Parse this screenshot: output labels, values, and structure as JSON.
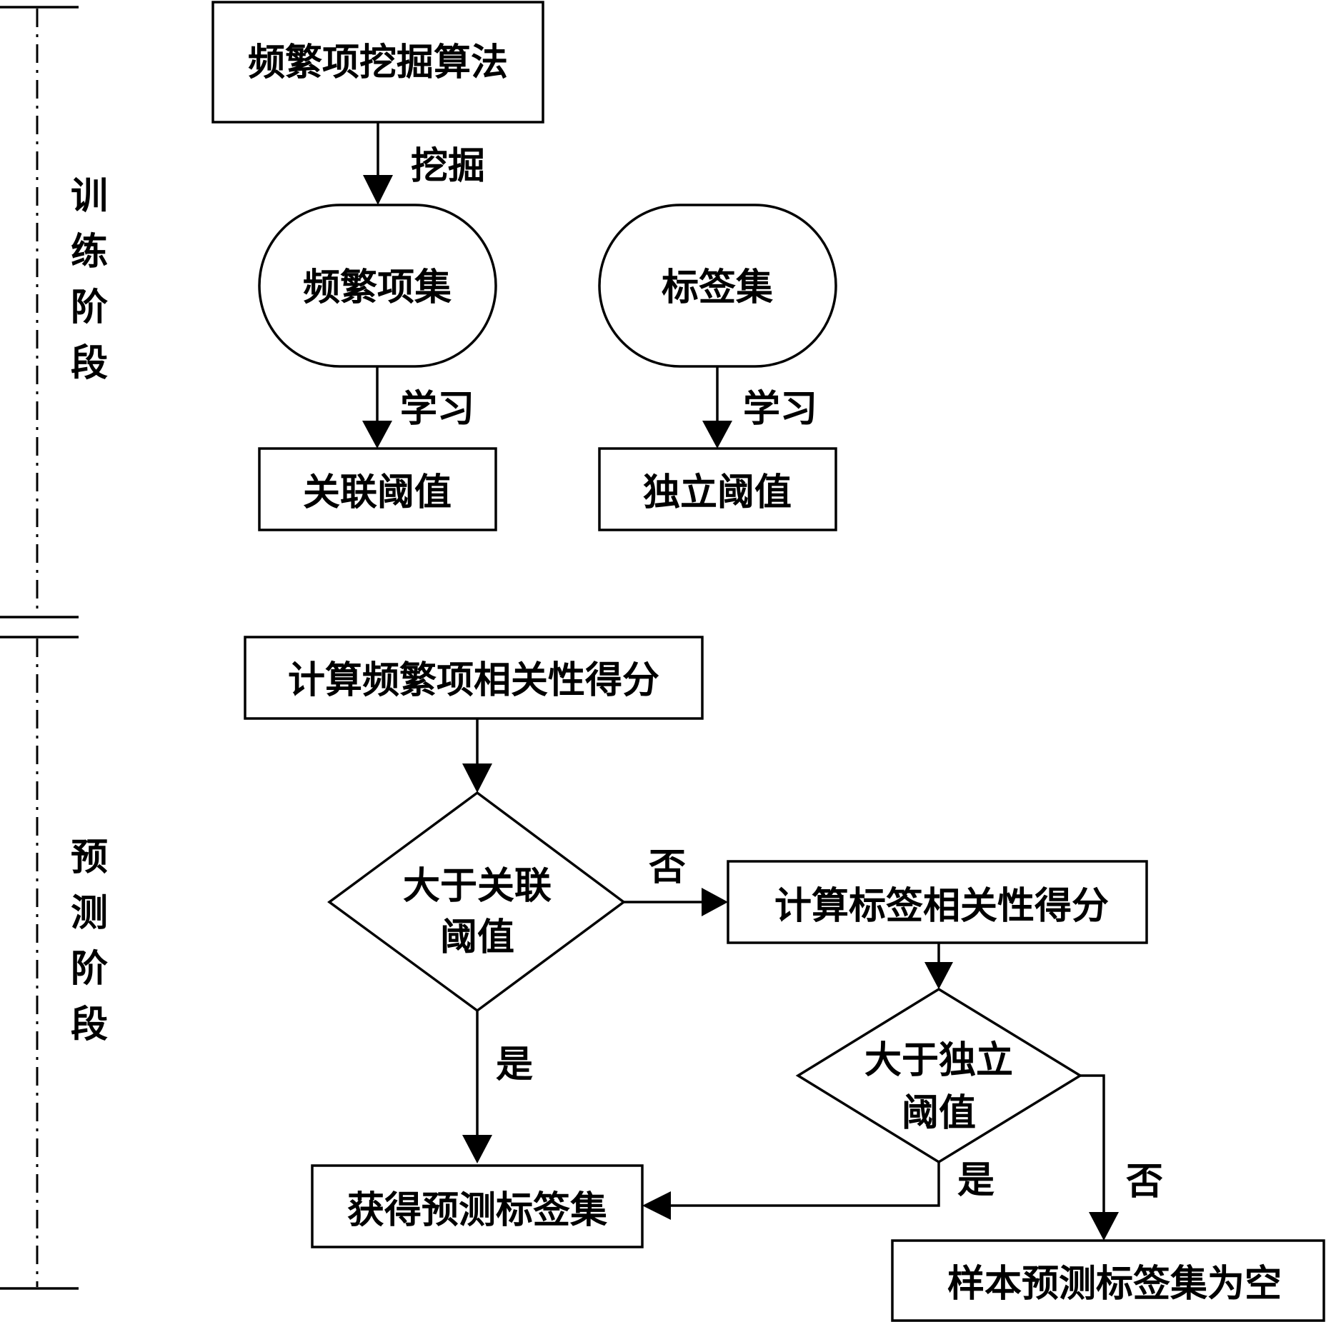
{
  "phases": {
    "training": [
      "训",
      "练",
      "阶",
      "段"
    ],
    "prediction": [
      "预",
      "测",
      "阶",
      "段"
    ]
  },
  "nodes": {
    "mining_algorithm": "频繁项挖掘算法",
    "frequent_itemsets": "频繁项集",
    "label_set": "标签集",
    "association_threshold": "关联阈值",
    "independent_threshold": "独立阈值",
    "compute_itemset_score": "计算频繁项相关性得分",
    "decision_association": [
      "大于关联",
      "阈值"
    ],
    "compute_label_score": "计算标签相关性得分",
    "decision_independent": [
      "大于独立",
      "阈值"
    ],
    "get_predicted_labels": "获得预测标签集",
    "empty_label_set": "样本预测标签集为空"
  },
  "edges": {
    "mine": "挖掘",
    "learn_left": "学习",
    "learn_right": "学习",
    "no_association": "否",
    "yes_association": "是",
    "yes_independent": "是",
    "no_independent": "否"
  }
}
